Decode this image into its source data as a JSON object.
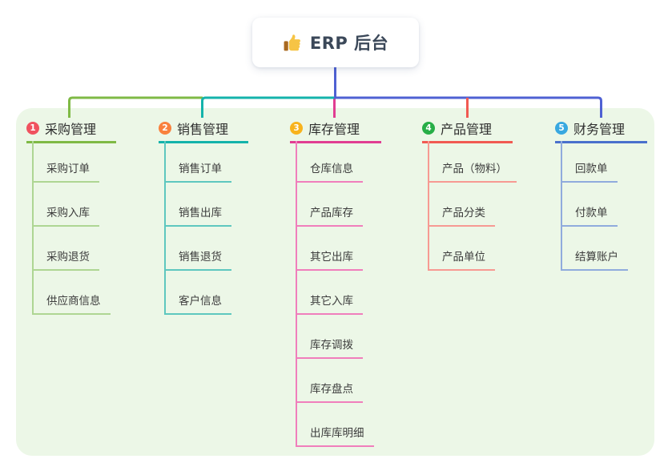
{
  "root": {
    "title": "ERP 后台",
    "icon": "thumbs-up-icon"
  },
  "colors": {
    "panel_background": "#ecf7e7",
    "root_line": "#4f61d3",
    "root_text": "#3b4859",
    "thumb_yellow": "#f6c445",
    "thumb_cuff": "#a9691f"
  },
  "branches": [
    {
      "badge": "1",
      "label": "采购管理",
      "badge_color": "#f0525f",
      "line_color": "#7fba45",
      "child_line_color": "#aed693",
      "children": [
        "采购订单",
        "采购入库",
        "采购退货",
        "供应商信息"
      ]
    },
    {
      "badge": "2",
      "label": "销售管理",
      "badge_color": "#f9813d",
      "line_color": "#14b3ab",
      "child_line_color": "#5ec7bf",
      "children": [
        "销售订单",
        "销售出库",
        "销售退货",
        "客户信息"
      ]
    },
    {
      "badge": "3",
      "label": "库存管理",
      "badge_color": "#f8b31d",
      "line_color": "#e13d92",
      "child_line_color": "#f07ebc",
      "children": [
        "仓库信息",
        "产品库存",
        "其它出库",
        "其它入库",
        "库存调拨",
        "库存盘点",
        "出库库明细"
      ]
    },
    {
      "badge": "4",
      "label": "产品管理",
      "badge_color": "#27ae47",
      "line_color": "#f15a52",
      "child_line_color": "#f79a93",
      "children": [
        "产品（物料）",
        "产品分类",
        "产品单位"
      ]
    },
    {
      "badge": "5",
      "label": "财务管理",
      "badge_color": "#38a8e0",
      "line_color": "#4a70cd",
      "child_line_color": "#90abdd",
      "children": [
        "回款单",
        "付款单",
        "结算账户"
      ]
    }
  ]
}
